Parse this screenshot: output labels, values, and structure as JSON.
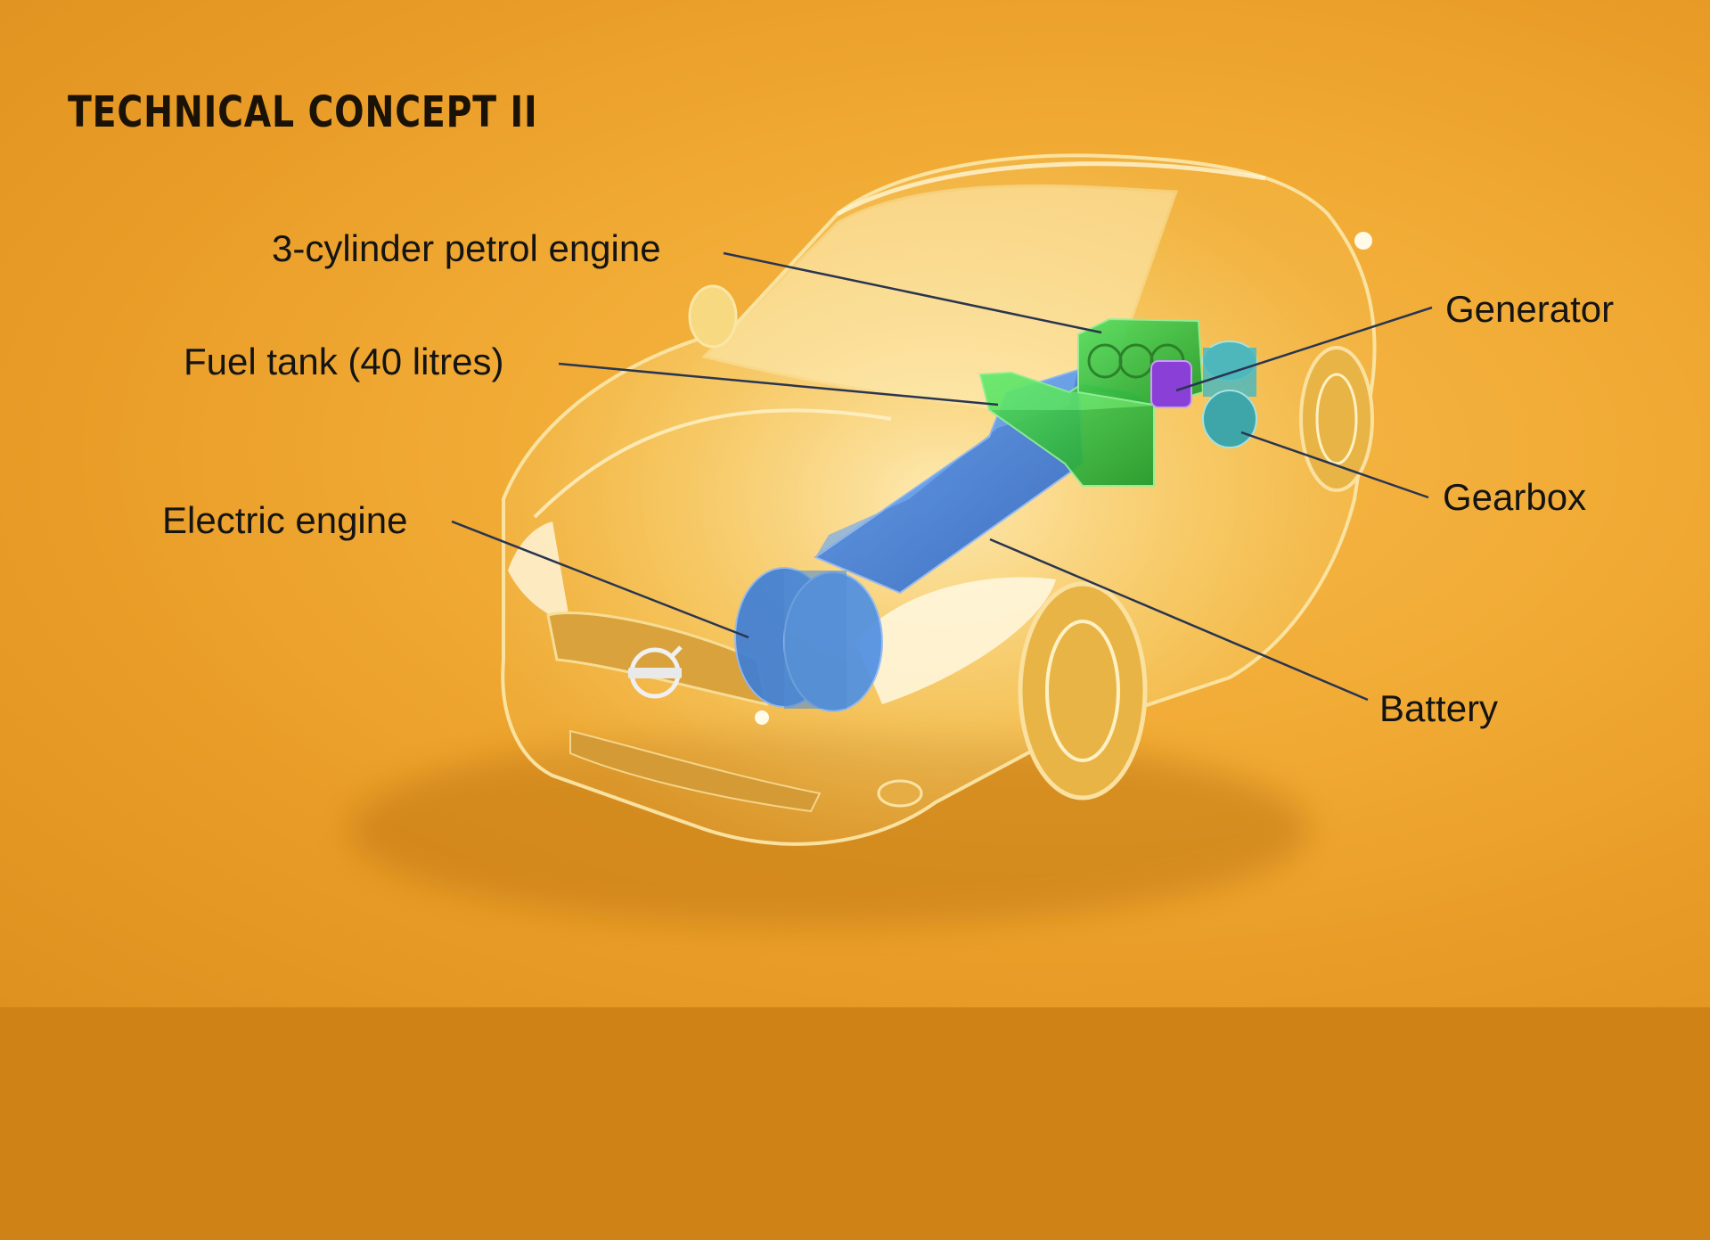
{
  "title": "TECHNICAL CONCEPT II",
  "labels": {
    "petrol_engine": "3-cylinder petrol engine",
    "fuel_tank": "Fuel tank (40 litres)",
    "electric_engine": "Electric engine",
    "generator": "Generator",
    "gearbox": "Gearbox",
    "battery": "Battery"
  },
  "colors": {
    "background": "#f1ab35",
    "lower_band": "#cf8216",
    "car_body": "#f6cf6a",
    "petrol_engine": "#2fbf3a",
    "fuel_tank": "#33c640",
    "generator": "#8a3fd6",
    "gearbox": "#3fb7c4",
    "battery": "#3f7fd6",
    "leader_line": "#2a3550"
  },
  "icons": {
    "car": "car-illustration",
    "logo": "car-badge-icon"
  }
}
